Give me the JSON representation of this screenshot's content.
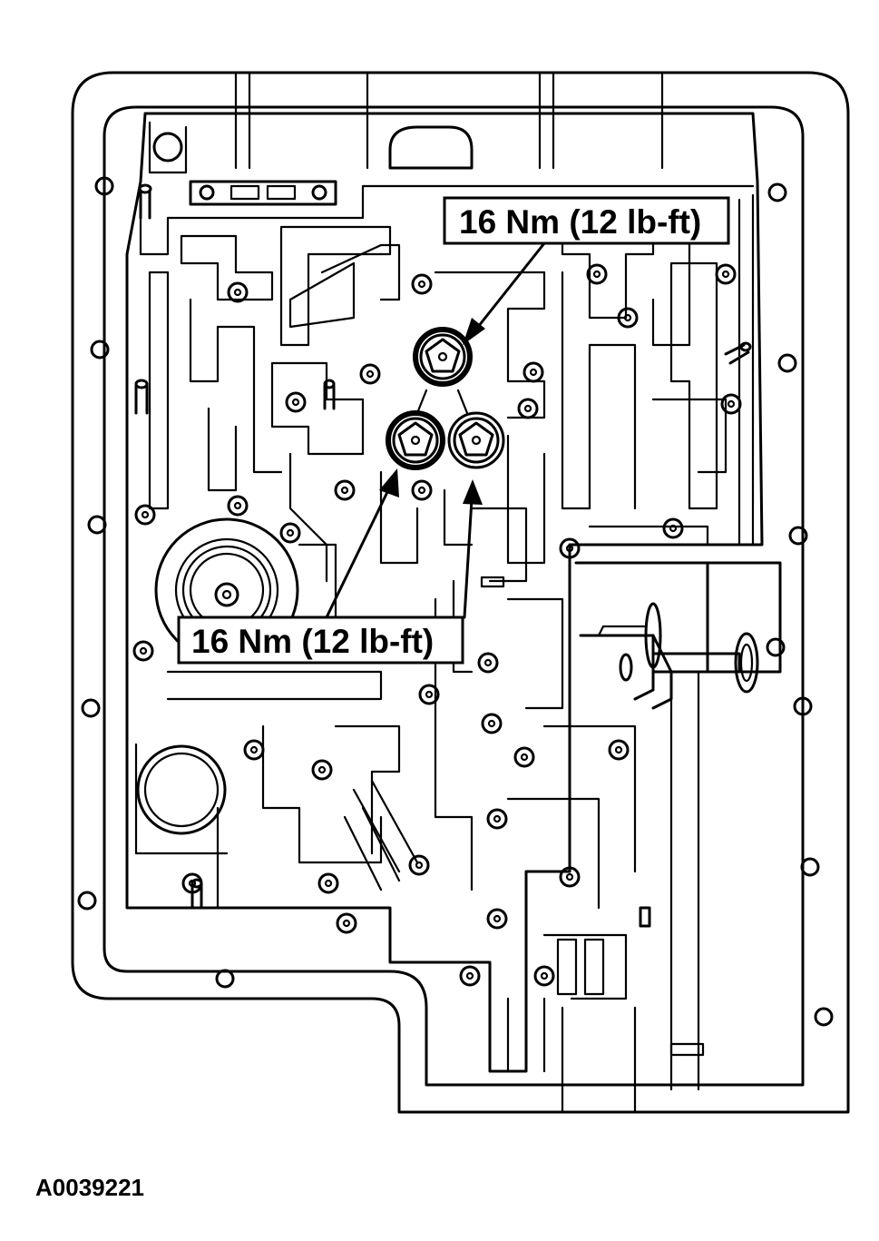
{
  "callouts": [
    {
      "id": "upper",
      "label": "16 Nm (12 lb-ft)"
    },
    {
      "id": "lower",
      "label": "16 Nm (12 lb-ft)"
    }
  ],
  "figure_id": "A0039221",
  "icons": [
    "bolt-icon",
    "bolt-icon",
    "bolt-icon",
    "arrow-icon"
  ]
}
